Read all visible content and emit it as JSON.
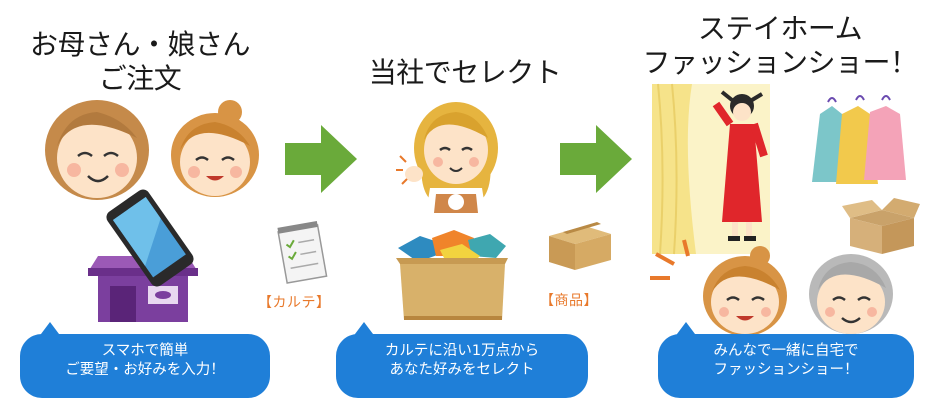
{
  "steps": [
    {
      "title_lines": [
        "お母さん・娘さん",
        "ご注文"
      ],
      "bubble_lines": [
        "スマホで簡単",
        "ご要望・お好みを入力！"
      ]
    },
    {
      "title_lines": [
        "当社でセレクト"
      ],
      "bubble_lines": [
        "カルテに沿い1万点から",
        "あなた好みをセレクト"
      ]
    },
    {
      "title_lines": [
        "ステイホーム",
        "ファッションショー！"
      ],
      "bubble_lines": [
        "みんなで一緒に自宅で",
        "ファッションショー！"
      ]
    }
  ],
  "connectors": [
    {
      "label": "【カルテ】"
    },
    {
      "label": "【商品】"
    }
  ],
  "colors": {
    "arrow": "#6aaa3a",
    "bubble": "#1f7fd8",
    "tag": "#e8792b",
    "store": "#7b3f9e"
  },
  "icons": [
    "mother-face-icon",
    "daughter-face-icon",
    "smartphone-icon",
    "store-icon",
    "clipboard-icon",
    "staff-woman-icon",
    "clothes-box-icon",
    "parcel-icon",
    "curtain-icon",
    "model-woman-icon",
    "dress-rack-icon",
    "open-box-icon",
    "spark-lines-icon",
    "girl-face-icon",
    "grandma-face-icon"
  ]
}
